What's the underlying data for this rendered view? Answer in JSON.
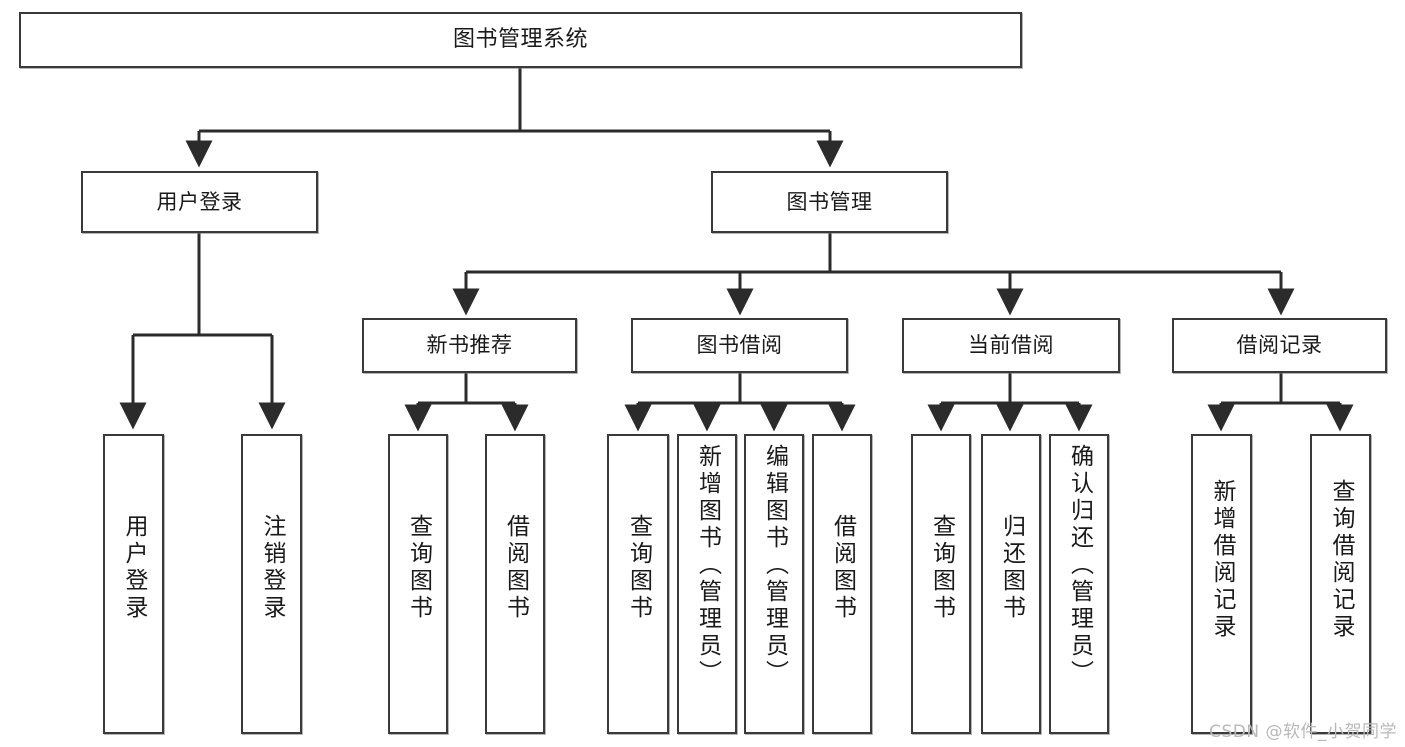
{
  "diagram": {
    "type": "tree-structure-chart",
    "title": "图书管理系统",
    "watermark": "CSDN @软件_小贺同学",
    "colors": {
      "box_border": "#3a3a3a",
      "box_fill": "#ffffff",
      "connector": "#2b2b2b",
      "watermark": "#b9b9b9",
      "background": "#ffffff"
    },
    "nodes": {
      "root": {
        "label": "图书管理系统"
      },
      "level2": [
        {
          "id": "user-login",
          "label": "用户登录"
        },
        {
          "id": "book-management",
          "label": "图书管理"
        }
      ],
      "level3": [
        {
          "id": "new-book-recommend",
          "label": "新书推荐"
        },
        {
          "id": "book-borrow",
          "label": "图书借阅"
        },
        {
          "id": "current-borrow",
          "label": "当前借阅"
        },
        {
          "id": "borrow-record",
          "label": "借阅记录"
        }
      ],
      "leaves": {
        "user_login": [
          {
            "id": "leaf-user-login",
            "label": "用户登录"
          },
          {
            "id": "leaf-logout-login",
            "label": "注销登录"
          }
        ],
        "new_book_recommend": [
          {
            "id": "leaf-query-book-1",
            "label": "查询图书"
          },
          {
            "id": "leaf-borrow-book-1",
            "label": "借阅图书"
          }
        ],
        "book_borrow": [
          {
            "id": "leaf-query-book-2",
            "label": "查询图书"
          },
          {
            "id": "leaf-add-book",
            "label": "新增图书（管理员）"
          },
          {
            "id": "leaf-edit-book",
            "label": "编辑图书（管理员）"
          },
          {
            "id": "leaf-borrow-book-2",
            "label": "借阅图书"
          }
        ],
        "current_borrow": [
          {
            "id": "leaf-query-book-3",
            "label": "查询图书"
          },
          {
            "id": "leaf-return-book",
            "label": "归还图书"
          },
          {
            "id": "leaf-confirm-return",
            "label": "确认归还（管理员）"
          }
        ],
        "borrow_record": [
          {
            "id": "leaf-add-record",
            "label": "新增借阅记录"
          },
          {
            "id": "leaf-query-record",
            "label": "查询借阅记录"
          }
        ]
      }
    }
  }
}
